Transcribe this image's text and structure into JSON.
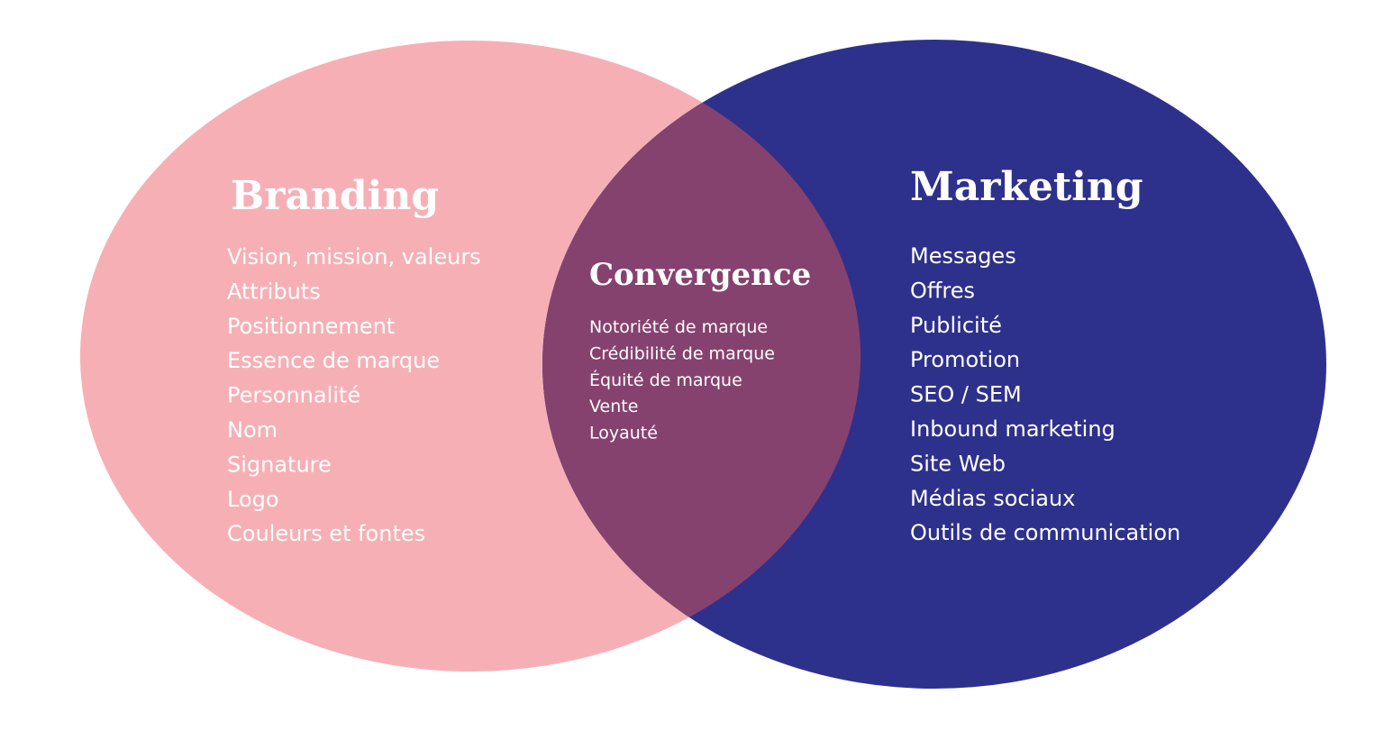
{
  "colors": {
    "branding": "#F6B0B5",
    "marketing": "#2E318B",
    "overlap": "#86426F",
    "text": "#FFFFFF"
  },
  "branding": {
    "title": "Branding",
    "items": [
      "Vision, mission, valeurs",
      "Attributs",
      "Positionnement",
      "Essence de marque",
      "Personnalité",
      "Nom",
      "Signature",
      "Logo",
      "Couleurs et fontes"
    ]
  },
  "convergence": {
    "title": "Convergence",
    "items": [
      "Notoriété de marque",
      "Crédibilité de marque",
      "Équité de marque",
      "Vente",
      "Loyauté"
    ]
  },
  "marketing": {
    "title": "Marketing",
    "items": [
      "Messages",
      "Offres",
      "Publicité",
      "Promotion",
      "SEO / SEM",
      "Inbound marketing",
      "Site Web",
      "Médias sociaux",
      "Outils de communication"
    ]
  }
}
